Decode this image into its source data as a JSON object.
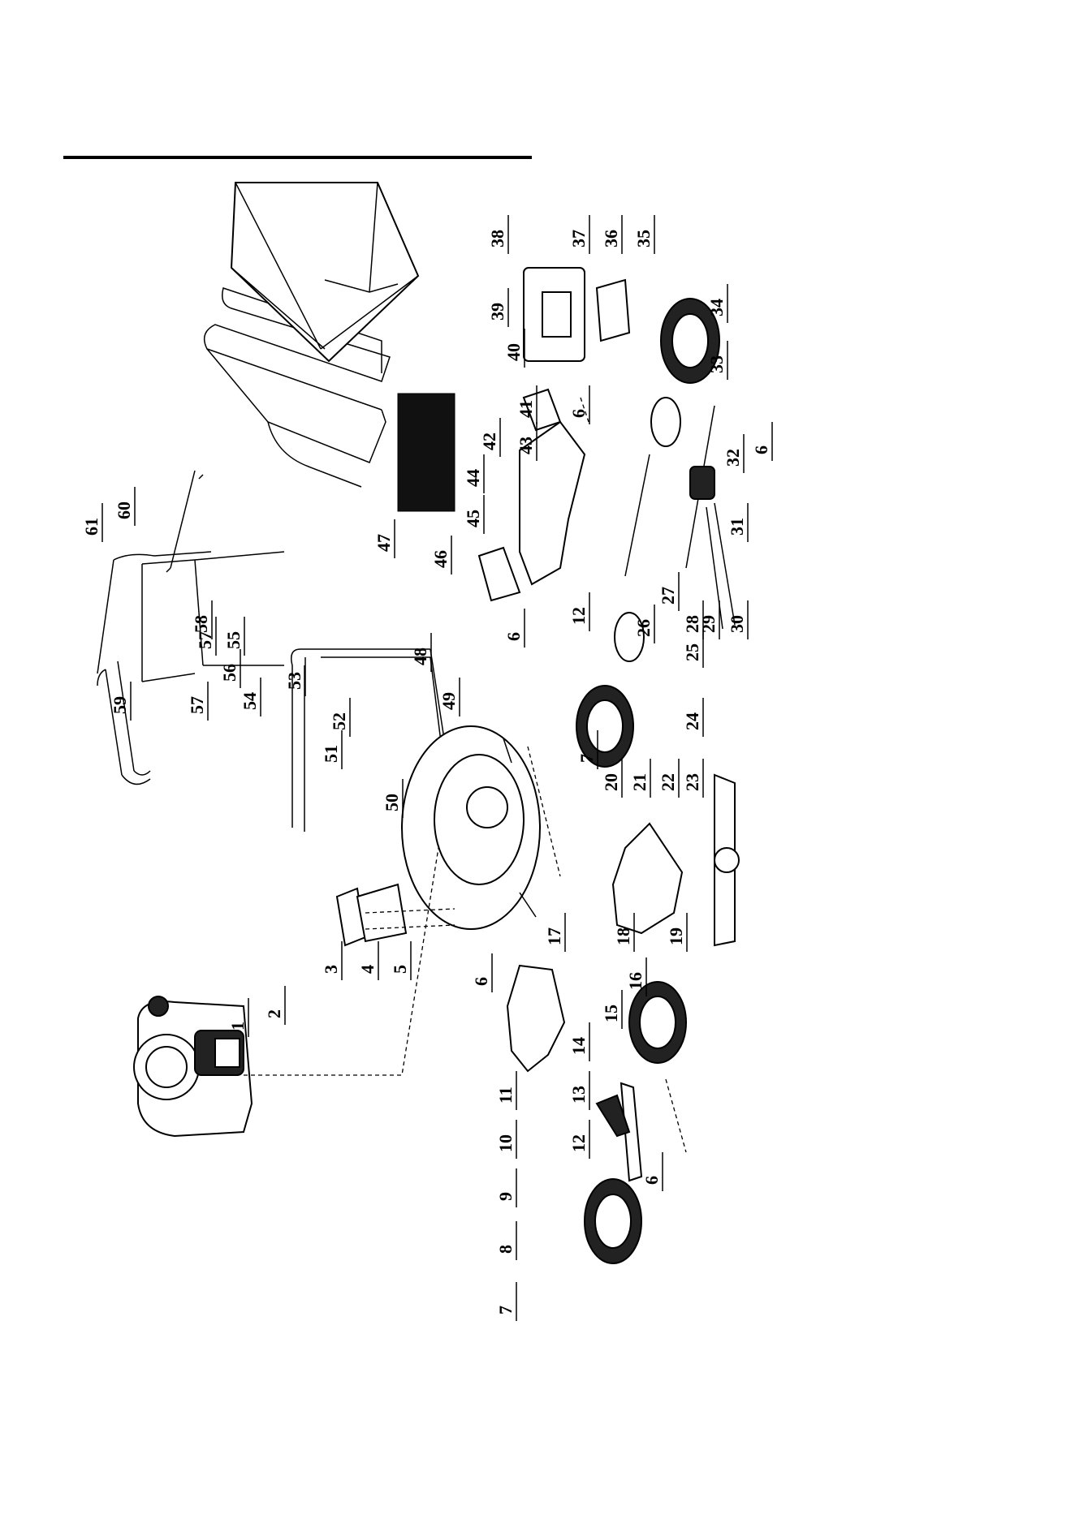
{
  "diagram": {
    "callouts": [
      {
        "id": "c1",
        "text": "1"
      },
      {
        "id": "c2",
        "text": "2"
      },
      {
        "id": "c3",
        "text": "3"
      },
      {
        "id": "c4",
        "text": "4"
      },
      {
        "id": "c5",
        "text": "5"
      },
      {
        "id": "c6a",
        "text": "6"
      },
      {
        "id": "c6b",
        "text": "6"
      },
      {
        "id": "c6c",
        "text": "6"
      },
      {
        "id": "c6d",
        "text": "6"
      },
      {
        "id": "c6e",
        "text": "6"
      },
      {
        "id": "c7a",
        "text": "7"
      },
      {
        "id": "c7b",
        "text": "7"
      },
      {
        "id": "c8",
        "text": "8"
      },
      {
        "id": "c9",
        "text": "9"
      },
      {
        "id": "c10",
        "text": "10"
      },
      {
        "id": "c11",
        "text": "11"
      },
      {
        "id": "c12a",
        "text": "12"
      },
      {
        "id": "c12b",
        "text": "12"
      },
      {
        "id": "c13",
        "text": "13"
      },
      {
        "id": "c14",
        "text": "14"
      },
      {
        "id": "c15",
        "text": "15"
      },
      {
        "id": "c16",
        "text": "16"
      },
      {
        "id": "c17",
        "text": "17"
      },
      {
        "id": "c18",
        "text": "18"
      },
      {
        "id": "c19",
        "text": "19"
      },
      {
        "id": "c20",
        "text": "20"
      },
      {
        "id": "c21",
        "text": "21"
      },
      {
        "id": "c22",
        "text": "22"
      },
      {
        "id": "c23",
        "text": "23"
      },
      {
        "id": "c24",
        "text": "24"
      },
      {
        "id": "c25",
        "text": "25"
      },
      {
        "id": "c26",
        "text": "26"
      },
      {
        "id": "c27",
        "text": "27"
      },
      {
        "id": "c28",
        "text": "28"
      },
      {
        "id": "c29",
        "text": "29"
      },
      {
        "id": "c30",
        "text": "30"
      },
      {
        "id": "c31",
        "text": "31"
      },
      {
        "id": "c32",
        "text": "32"
      },
      {
        "id": "c33",
        "text": "33"
      },
      {
        "id": "c34",
        "text": "34"
      },
      {
        "id": "c35",
        "text": "35"
      },
      {
        "id": "c36",
        "text": "36"
      },
      {
        "id": "c37",
        "text": "37"
      },
      {
        "id": "c38",
        "text": "38"
      },
      {
        "id": "c39",
        "text": "39"
      },
      {
        "id": "c40",
        "text": "40"
      },
      {
        "id": "c41",
        "text": "41"
      },
      {
        "id": "c42",
        "text": "42"
      },
      {
        "id": "c43",
        "text": "43"
      },
      {
        "id": "c44",
        "text": "44"
      },
      {
        "id": "c45",
        "text": "45"
      },
      {
        "id": "c46",
        "text": "46"
      },
      {
        "id": "c47",
        "text": "47"
      },
      {
        "id": "c48",
        "text": "48"
      },
      {
        "id": "c49",
        "text": "49"
      },
      {
        "id": "c50",
        "text": "50"
      },
      {
        "id": "c51",
        "text": "51"
      },
      {
        "id": "c52",
        "text": "52"
      },
      {
        "id": "c53",
        "text": "53"
      },
      {
        "id": "c54",
        "text": "54"
      },
      {
        "id": "c55",
        "text": "55"
      },
      {
        "id": "c56",
        "text": "56"
      },
      {
        "id": "c57a",
        "text": "57"
      },
      {
        "id": "c57b",
        "text": "57"
      },
      {
        "id": "c58",
        "text": "58"
      },
      {
        "id": "c59",
        "text": "59"
      },
      {
        "id": "c60",
        "text": "60"
      },
      {
        "id": "c61",
        "text": "61"
      }
    ]
  }
}
